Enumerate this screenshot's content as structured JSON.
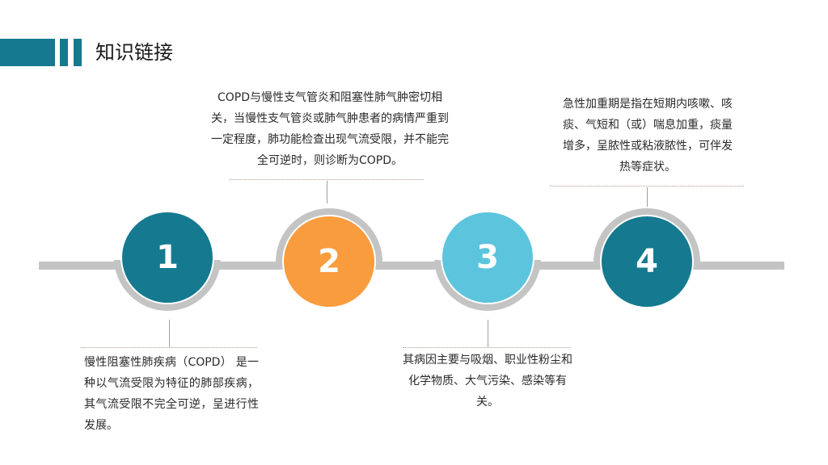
{
  "header": {
    "title": "知识链接"
  },
  "colors": {
    "teal_dark": "#157a90",
    "orange": "#f99c3e",
    "sky": "#5cc4dd",
    "track_gray": "#c4c4c4"
  },
  "steps": [
    {
      "number": "1",
      "color": "#157a90",
      "description": "慢性阻塞性肺疾病（COPD） 是一种以气流受限为特征的肺部疾病，其气流受限不完全可逆，呈进行性发展。"
    },
    {
      "number": "2",
      "color": "#f99c3e",
      "description": "COPD与慢性支气管炎和阻塞性肺气肿密切相关，当慢性支气管炎或肺气肿患者的病情严重到一定程度，肺功能检查出现气流受限，并不能完全可逆时，则诊断为COPD。"
    },
    {
      "number": "3",
      "color": "#5cc4dd",
      "description": "其病因主要与吸烟、职业性粉尘和化学物质、大气污染、感染等有关。"
    },
    {
      "number": "4",
      "color": "#157a90",
      "description": "急性加重期是指在短期内咳嗽、咳痰、气短和（或）喘息加重，痰量增多，呈脓性或粘液脓性，可伴发热等症状。"
    }
  ]
}
